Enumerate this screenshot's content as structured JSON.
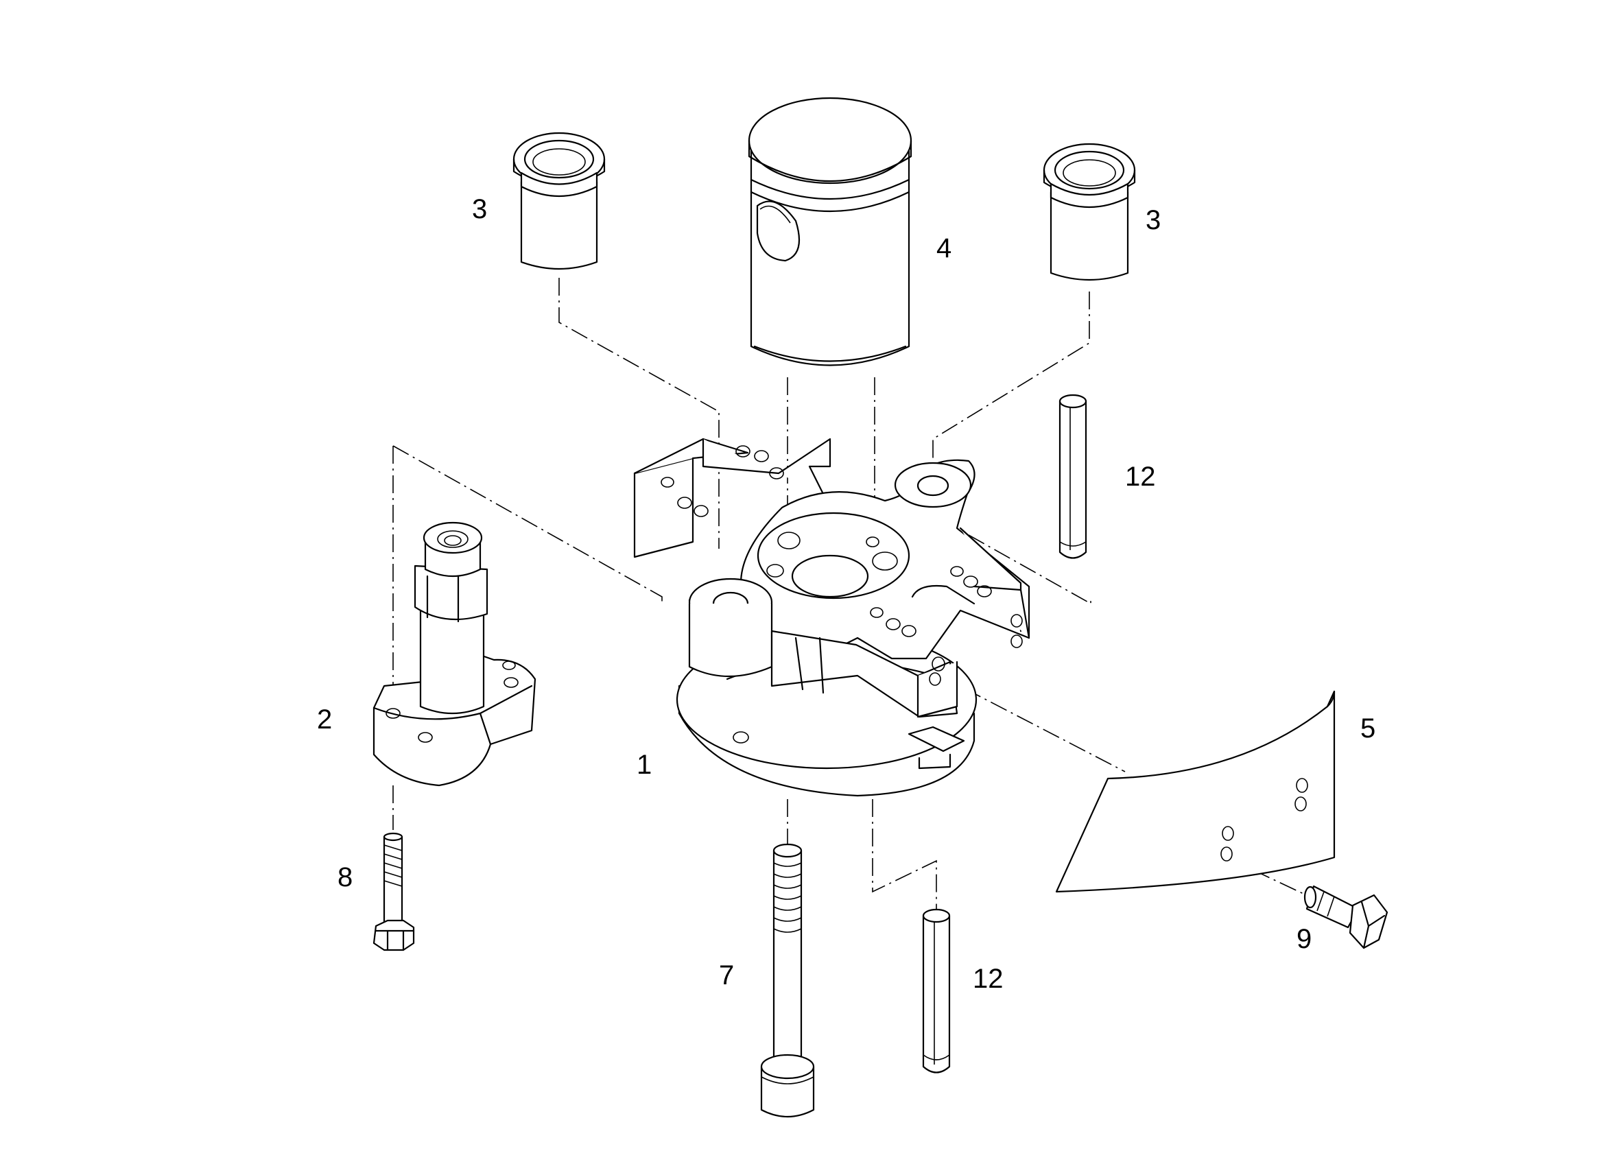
{
  "figure": {
    "callouts": [
      {
        "id": "c1",
        "label": "1"
      },
      {
        "id": "c2",
        "label": "2"
      },
      {
        "id": "c3a",
        "label": "3"
      },
      {
        "id": "c3b",
        "label": "3"
      },
      {
        "id": "c4",
        "label": "4"
      },
      {
        "id": "c5",
        "label": "5"
      },
      {
        "id": "c7",
        "label": "7"
      },
      {
        "id": "c8",
        "label": "8"
      },
      {
        "id": "c9",
        "label": "9"
      },
      {
        "id": "c12a",
        "label": "12"
      },
      {
        "id": "c12b",
        "label": "12"
      }
    ],
    "parts": [
      "base-housing-icon",
      "fitting-block-icon",
      "bushing-icon",
      "piston-icon",
      "guard-plate-icon",
      "cap-screw-icon",
      "hex-bolt-icon",
      "roll-pin-icon"
    ],
    "line_color": "#000000",
    "background": "#ffffff"
  }
}
